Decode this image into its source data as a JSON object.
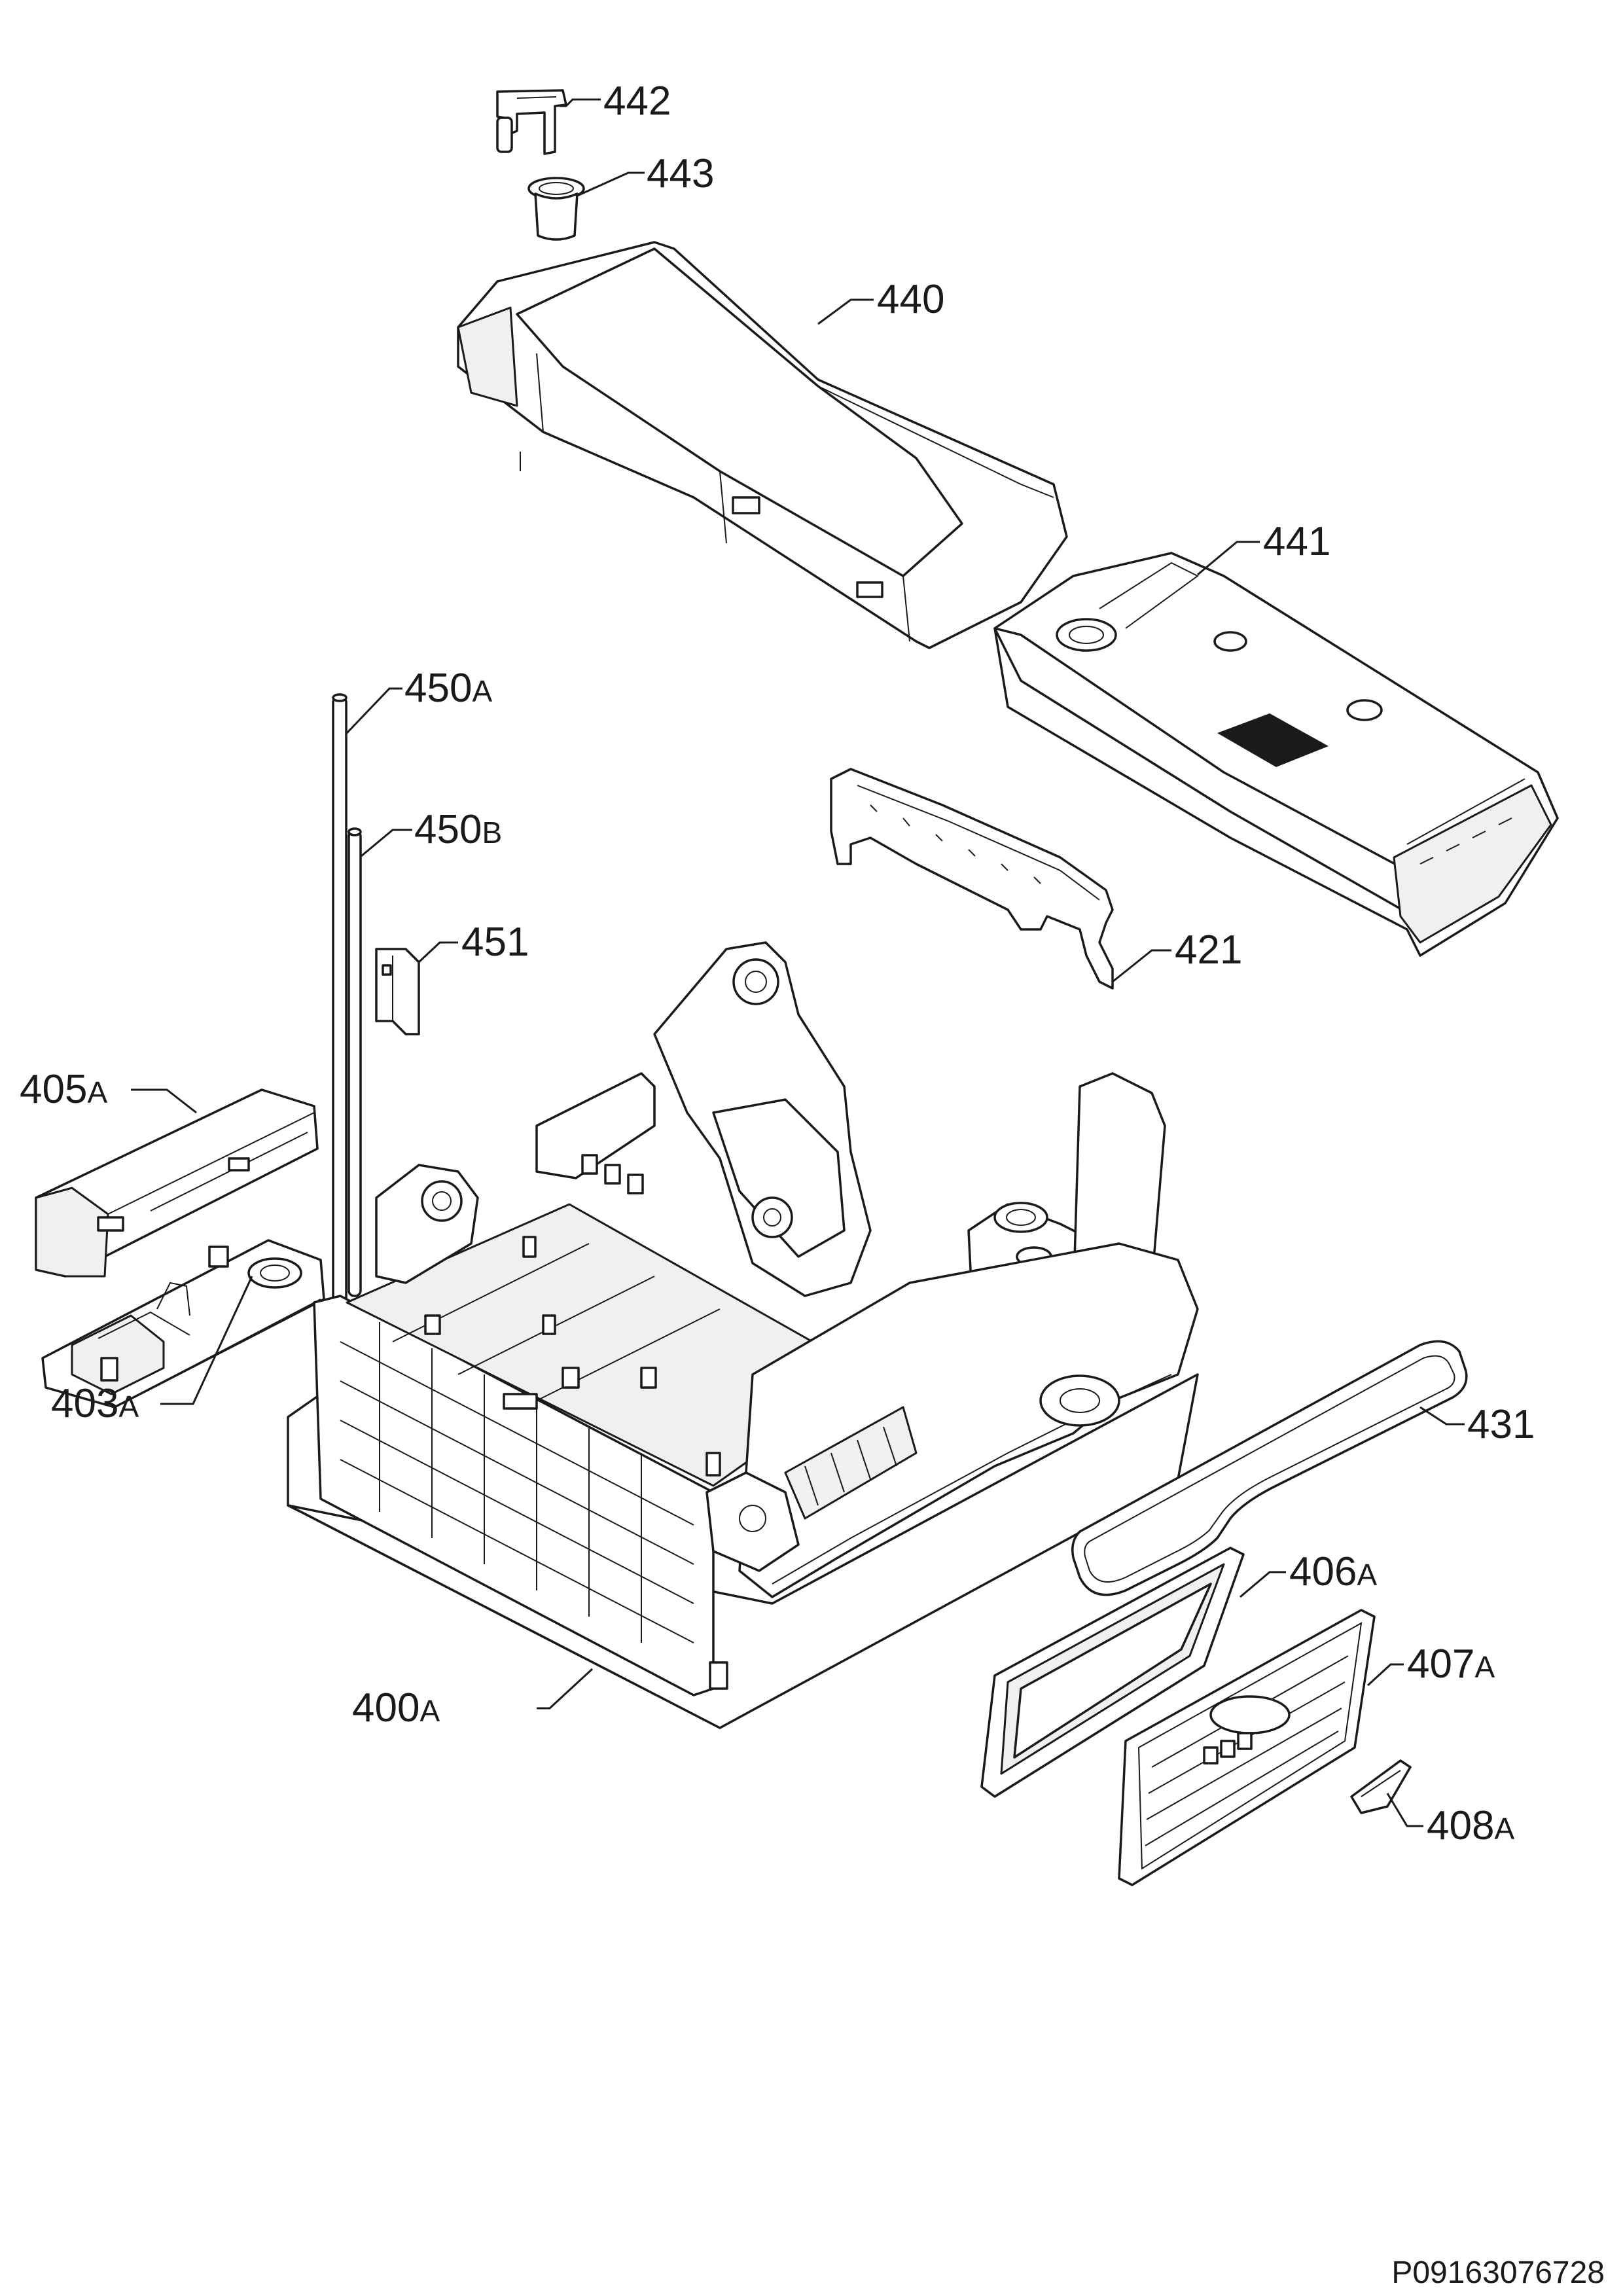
{
  "labels": {
    "p442": "442",
    "p443": "443",
    "p440": "440",
    "p441": "441",
    "p450a_num": "450",
    "p450a_suf": "A",
    "p450b_num": "450",
    "p450b_suf": "B",
    "p451": "451",
    "p421": "421",
    "p405a_num": "405",
    "p405a_suf": "A",
    "p403a_num": "403",
    "p403a_suf": "A",
    "p431": "431",
    "p406a_num": "406",
    "p406a_suf": "A",
    "p407a_num": "407",
    "p407a_suf": "A",
    "p408a_num": "408",
    "p408a_suf": "A",
    "p400a_num": "400",
    "p400a_suf": "A"
  },
  "document_code": "P09163076728"
}
